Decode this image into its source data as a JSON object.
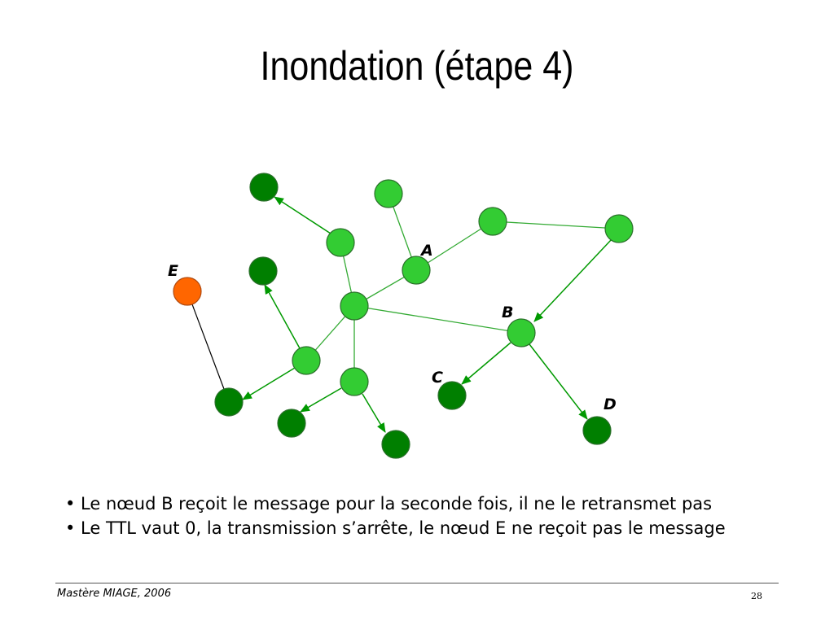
{
  "title": "Inondation (étape 4)",
  "diagram": {
    "labels": {
      "A": "A",
      "B": "B",
      "C": "C",
      "D": "D",
      "E": "E"
    },
    "colors": {
      "node_relay": "#33cc33",
      "node_received": "#007f00",
      "node_not_reached": "#ff6600",
      "edge_message": "#009900",
      "edge_blocked": "#000000"
    }
  },
  "bullets": [
    "• Le nœud B reçoit le message pour la seconde fois, il ne le retransmet pas",
    "• Le TTL vaut 0, la transmission s’arrête, le nœud E ne reçoit pas le message"
  ],
  "footer": {
    "left": "Mastère MIAGE, 2006",
    "page": "28"
  }
}
